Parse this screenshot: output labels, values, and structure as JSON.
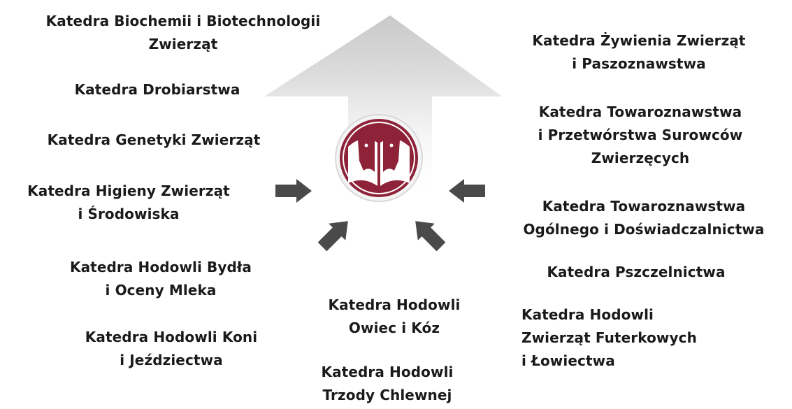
{
  "departments": {
    "biochem": [
      "Katedra Biochemii i Biotechnologii",
      "Zwierząt"
    ],
    "drob": [
      "Katedra Drobiarstwa"
    ],
    "gen": [
      "Katedra Genetyki Zwierząt"
    ],
    "hig": [
      "Katedra Higieny Zwierząt",
      "i Środowiska"
    ],
    "bydlo": [
      "Katedra Hodowli Bydła",
      "i Oceny Mleka"
    ],
    "konie": [
      "Katedra Hodowli Koni",
      "i Jeździectwa"
    ],
    "owce": [
      "Katedra Hodowli",
      "Owiec i Kóz"
    ],
    "trzoda": [
      "Katedra Hodowli",
      "Trzody Chlewnej"
    ],
    "zyw": [
      "Katedra Żywienia Zwierząt",
      "i Paszoznawstwa"
    ],
    "towsur": [
      "Katedra Towaroznawstwa",
      "i Przetwórstwa Surowców",
      "Zwierzęcych"
    ],
    "towog": [
      "Katedra Towaroznawstwa",
      "Ogólnego i Doświadczalnictwa"
    ],
    "pszcz": [
      "Katedra Pszczelnictwa"
    ],
    "futer": [
      "Katedra Hodowli",
      "Zwierząt Futerkowych",
      "i Łowiectwa"
    ]
  },
  "colors": {
    "emblem": "#8e2238",
    "arrow": "#4a4a4a",
    "big_arrow": "#d4d4d4"
  },
  "icons": {
    "center": "faculty-emblem-icon"
  }
}
